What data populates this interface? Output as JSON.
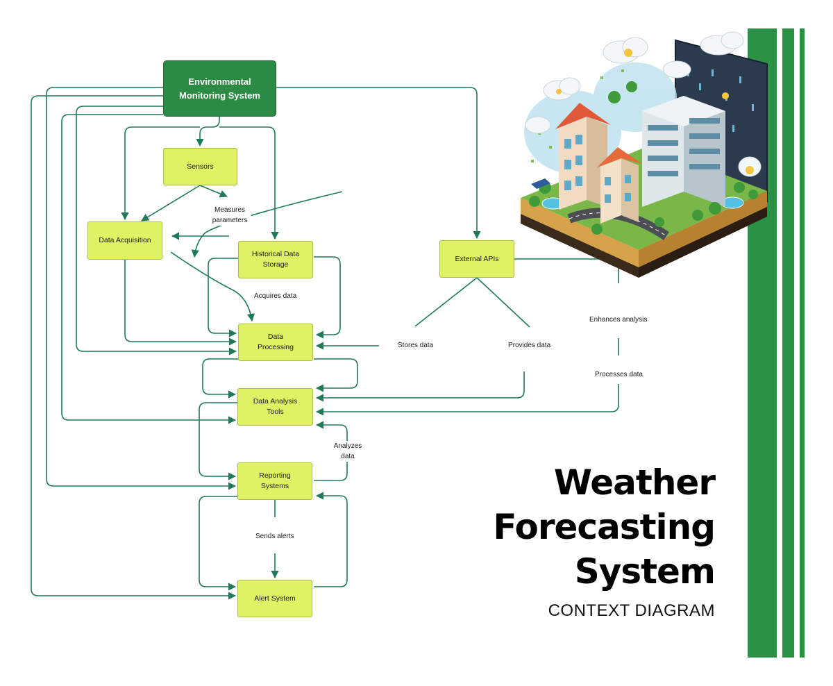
{
  "title": {
    "line1": "Weather",
    "line2": "Forecasting",
    "line3": "System",
    "subtitle": "CONTEXT DIAGRAM"
  },
  "colors": {
    "brand_green": "#2b9145",
    "node_fill": "#dff264",
    "root_fill": "#2b8a44",
    "edge": "#1e7a57"
  },
  "diagram": {
    "nodes": {
      "environmental_monitoring_system": "Environmental\nMonitoring System",
      "sensors": "Sensors",
      "data_acquisition": "Data Acquisition",
      "historical_data_storage": "Historical Data\nStorage",
      "data_processing": "Data\nProcessing",
      "data_analysis_tools": "Data Analysis\nTools",
      "reporting_systems": "Reporting\nSystems",
      "alert_system": "Alert System",
      "external_apis": "External APIs"
    },
    "edge_labels": {
      "measures_parameters": "Measures\nparameters",
      "acquires_data": "Acquires data",
      "stores_data": "Stores data",
      "provides_data": "Provides data",
      "enhances_analysis": "Enhances analysis",
      "processes_data": "Processes data",
      "analyzes_data": "Analyzes\ndata",
      "sends_alerts": "Sends alerts"
    }
  },
  "illustration": {
    "icon": "isometric-city-weather-illustration"
  }
}
